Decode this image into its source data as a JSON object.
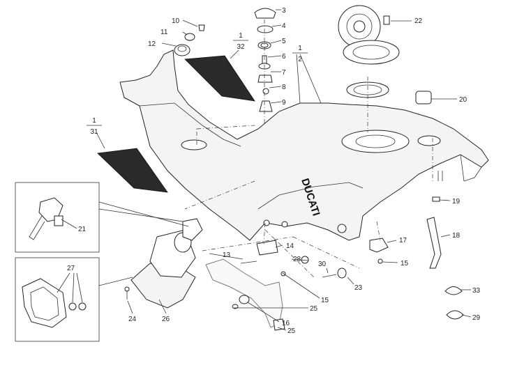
{
  "diagram": {
    "brand_text": "DUCATI",
    "callouts": [
      {
        "id": "c3",
        "text": "3"
      },
      {
        "id": "c4",
        "text": "4"
      },
      {
        "id": "c5",
        "text": "5"
      },
      {
        "id": "c6",
        "text": "6"
      },
      {
        "id": "c7",
        "text": "7"
      },
      {
        "id": "c8",
        "text": "8"
      },
      {
        "id": "c9",
        "text": "9"
      },
      {
        "id": "c10",
        "text": "10"
      },
      {
        "id": "c11",
        "text": "11"
      },
      {
        "id": "c12",
        "text": "12"
      },
      {
        "id": "c13",
        "text": "13"
      },
      {
        "id": "c14",
        "text": "14"
      },
      {
        "id": "c15a",
        "text": "15"
      },
      {
        "id": "c15b",
        "text": "15"
      },
      {
        "id": "c16",
        "text": "16"
      },
      {
        "id": "c17",
        "text": "17"
      },
      {
        "id": "c18",
        "text": "18"
      },
      {
        "id": "c19",
        "text": "19"
      },
      {
        "id": "c20",
        "text": "20"
      },
      {
        "id": "c21",
        "text": "21"
      },
      {
        "id": "c22",
        "text": "22"
      },
      {
        "id": "c23",
        "text": "23"
      },
      {
        "id": "c24",
        "text": "24"
      },
      {
        "id": "c25a",
        "text": "25"
      },
      {
        "id": "c25b",
        "text": "25"
      },
      {
        "id": "c26",
        "text": "26"
      },
      {
        "id": "c27",
        "text": "27"
      },
      {
        "id": "c28",
        "text": "28"
      },
      {
        "id": "c29",
        "text": "29"
      },
      {
        "id": "c30",
        "text": "30"
      },
      {
        "id": "c33",
        "text": "33"
      }
    ],
    "fractions": [
      {
        "id": "f32",
        "num": "1",
        "den": "32"
      },
      {
        "id": "f2",
        "num": "1",
        "den": "2"
      },
      {
        "id": "f31",
        "num": "1",
        "den": "31"
      }
    ]
  }
}
